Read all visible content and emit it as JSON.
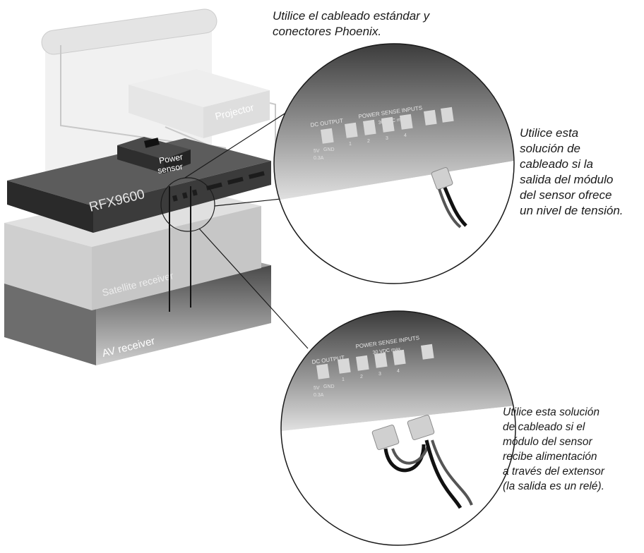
{
  "captions": {
    "top": [
      "Utilice el cableado estándar y",
      "conectores Phoenix."
    ],
    "voltage": [
      "Utilice esta",
      "solución de",
      "cableado si la",
      "salida del módulo",
      "del sensor ofrece",
      "un nivel de tensión."
    ],
    "relay": [
      "Utilice esta solución",
      "de cableado si el",
      "módulo del sensor",
      "recibe alimentación",
      "a través del extensor",
      "(la salida es un relé)."
    ]
  },
  "devices": {
    "projector": "Projector",
    "power_sensor": [
      "Power",
      "sensor"
    ],
    "rfx": "RFX9600",
    "satellite": "Satellite receiver",
    "av": "AV receiver"
  },
  "panel": {
    "dc_output": "DC OUTPUT",
    "power_sense": "POWER SENSE INPUTS",
    "vdc": "30 VDC max",
    "v5": "5V",
    "gnd": "GND",
    "amp": "0.3A",
    "ch": [
      "1",
      "2",
      "3",
      "4"
    ]
  }
}
